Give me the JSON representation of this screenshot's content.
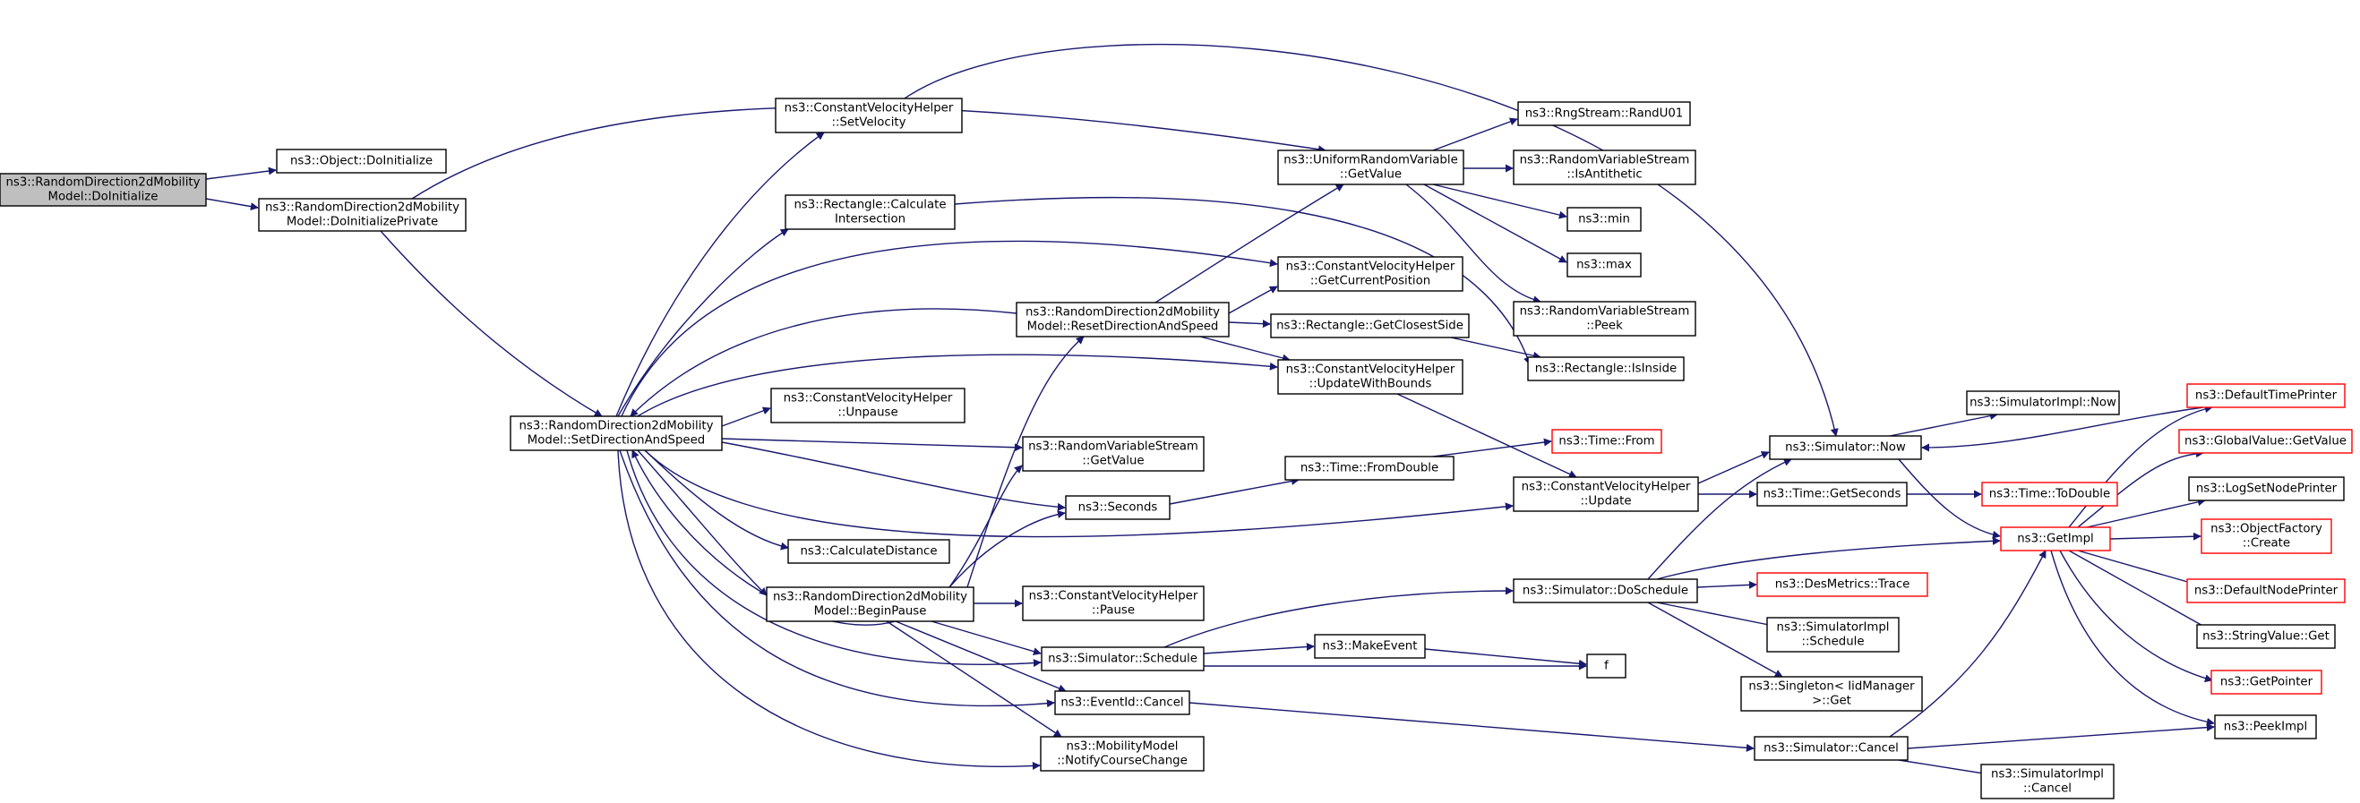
{
  "diagram": {
    "type": "call-graph",
    "edge_color": "#191970",
    "node_border": "#000000",
    "incomplete_node_border": "#ff0000",
    "root_fill": "#bfbfbf",
    "nodes": [
      {
        "id": "root",
        "lines": [
          "ns3::RandomDirection2dMobility",
          "Model::DoInitialize"
        ],
        "style": "root"
      },
      {
        "id": "obj_doinit",
        "lines": [
          "ns3::Object::DoInitialize"
        ]
      },
      {
        "id": "doinit_priv",
        "lines": [
          "ns3::RandomDirection2dMobility",
          "Model::DoInitializePrivate"
        ]
      },
      {
        "id": "set_dir",
        "lines": [
          "ns3::RandomDirection2dMobility",
          "Model::SetDirectionAndSpeed"
        ]
      },
      {
        "id": "cvh_setvel",
        "lines": [
          "ns3::ConstantVelocityHelper",
          "::SetVelocity"
        ]
      },
      {
        "id": "rect_calc",
        "lines": [
          "ns3::Rectangle::Calculate",
          "Intersection"
        ]
      },
      {
        "id": "reset_dir",
        "lines": [
          "ns3::RandomDirection2dMobility",
          "Model::ResetDirectionAndSpeed"
        ]
      },
      {
        "id": "cvh_unpause",
        "lines": [
          "ns3::ConstantVelocityHelper",
          "::Unpause"
        ]
      },
      {
        "id": "calc_dist",
        "lines": [
          "ns3::CalculateDistance"
        ]
      },
      {
        "id": "begin_pause",
        "lines": [
          "ns3::RandomDirection2dMobility",
          "Model::BeginPause"
        ]
      },
      {
        "id": "urv_getvalue",
        "lines": [
          "ns3::UniformRandomVariable",
          "::GetValue"
        ]
      },
      {
        "id": "cvh_getpos",
        "lines": [
          "ns3::ConstantVelocityHelper",
          "::GetCurrentPosition"
        ]
      },
      {
        "id": "rect_closest",
        "lines": [
          "ns3::Rectangle::GetClosestSide"
        ]
      },
      {
        "id": "cvh_updbounds",
        "lines": [
          "ns3::ConstantVelocityHelper",
          "::UpdateWithBounds"
        ]
      },
      {
        "id": "rvs_getvalue",
        "lines": [
          "ns3::RandomVariableStream",
          "::GetValue"
        ]
      },
      {
        "id": "time_fromdouble",
        "lines": [
          "ns3::Time::FromDouble"
        ]
      },
      {
        "id": "seconds",
        "lines": [
          "ns3::Seconds"
        ]
      },
      {
        "id": "cvh_pause",
        "lines": [
          "ns3::ConstantVelocityHelper",
          "::Pause"
        ]
      },
      {
        "id": "sim_schedule",
        "lines": [
          "ns3::Simulator::Schedule"
        ]
      },
      {
        "id": "eventid_cancel",
        "lines": [
          "ns3::EventId::Cancel"
        ]
      },
      {
        "id": "mm_notify",
        "lines": [
          "ns3::MobilityModel",
          "::NotifyCourseChange"
        ]
      },
      {
        "id": "rng_randu01",
        "lines": [
          "ns3::RngStream::RandU01"
        ]
      },
      {
        "id": "rvs_isanti",
        "lines": [
          "ns3::RandomVariableStream",
          "::IsAntithetic"
        ]
      },
      {
        "id": "min",
        "lines": [
          "ns3::min"
        ]
      },
      {
        "id": "max",
        "lines": [
          "ns3::max"
        ]
      },
      {
        "id": "rvs_peek",
        "lines": [
          "ns3::RandomVariableStream",
          "::Peek"
        ]
      },
      {
        "id": "rect_isinside",
        "lines": [
          "ns3::Rectangle::IsInside"
        ]
      },
      {
        "id": "time_from",
        "lines": [
          "ns3::Time::From"
        ],
        "style": "red"
      },
      {
        "id": "sim_now",
        "lines": [
          "ns3::Simulator::Now"
        ]
      },
      {
        "id": "cvh_update",
        "lines": [
          "ns3::ConstantVelocityHelper",
          "::Update"
        ]
      },
      {
        "id": "sim_doschedule",
        "lines": [
          "ns3::Simulator::DoSchedule"
        ]
      },
      {
        "id": "make_event",
        "lines": [
          "ns3::MakeEvent"
        ]
      },
      {
        "id": "f",
        "lines": [
          "f"
        ]
      },
      {
        "id": "simimpl_now",
        "lines": [
          "ns3::SimulatorImpl::Now"
        ]
      },
      {
        "id": "time_getseconds",
        "lines": [
          "ns3::Time::GetSeconds"
        ]
      },
      {
        "id": "time_todouble",
        "lines": [
          "ns3::Time::ToDouble"
        ],
        "style": "red"
      },
      {
        "id": "get_impl",
        "lines": [
          "ns3::GetImpl"
        ],
        "style": "red"
      },
      {
        "id": "des_trace",
        "lines": [
          "ns3::DesMetrics::Trace"
        ],
        "style": "red"
      },
      {
        "id": "simimpl_schedule",
        "lines": [
          "ns3::SimulatorImpl",
          "::Schedule"
        ]
      },
      {
        "id": "singleton_get",
        "lines": [
          "ns3::Singleton< IidManager",
          ">::Get"
        ]
      },
      {
        "id": "sim_cancel",
        "lines": [
          "ns3::Simulator::Cancel"
        ]
      },
      {
        "id": "simimpl_cancel",
        "lines": [
          "ns3::SimulatorImpl",
          "::Cancel"
        ]
      },
      {
        "id": "def_time_printer",
        "lines": [
          "ns3::DefaultTimePrinter"
        ],
        "style": "red"
      },
      {
        "id": "gv_getvalue",
        "lines": [
          "ns3::GlobalValue::GetValue"
        ],
        "style": "red"
      },
      {
        "id": "log_setnode",
        "lines": [
          "ns3::LogSetNodePrinter"
        ]
      },
      {
        "id": "objfactory_create",
        "lines": [
          "ns3::ObjectFactory",
          "::Create"
        ],
        "style": "red"
      },
      {
        "id": "def_node_printer",
        "lines": [
          "ns3::DefaultNodePrinter"
        ],
        "style": "red"
      },
      {
        "id": "stringvalue_get",
        "lines": [
          "ns3::StringValue::Get"
        ]
      },
      {
        "id": "get_pointer",
        "lines": [
          "ns3::GetPointer"
        ],
        "style": "red"
      },
      {
        "id": "peek_impl",
        "lines": [
          "ns3::PeekImpl"
        ]
      }
    ]
  }
}
